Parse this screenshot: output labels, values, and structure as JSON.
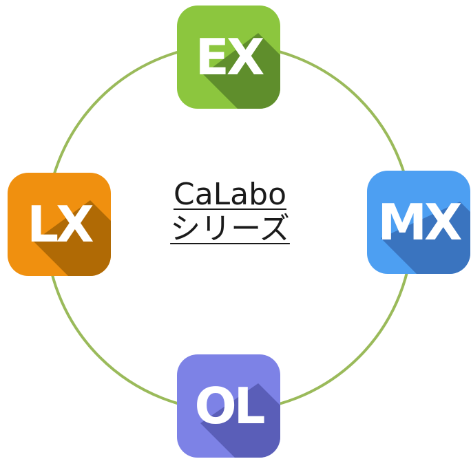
{
  "center": {
    "line1": "CaLabo",
    "line2": "シリーズ"
  },
  "nodes": [
    {
      "id": "ex",
      "label": "EX",
      "color": "#8cc63e",
      "shadow": "#5f8e2c"
    },
    {
      "id": "mx",
      "label": "MX",
      "color": "#4d9ff2",
      "shadow": "#3a74bf"
    },
    {
      "id": "lx",
      "label": "LX",
      "color": "#f0900f",
      "shadow": "#b06a05"
    },
    {
      "id": "ol",
      "label": "OL",
      "color": "#7d82e6",
      "shadow": "#5a5eb8"
    }
  ],
  "ring_color": "#9aba5a"
}
